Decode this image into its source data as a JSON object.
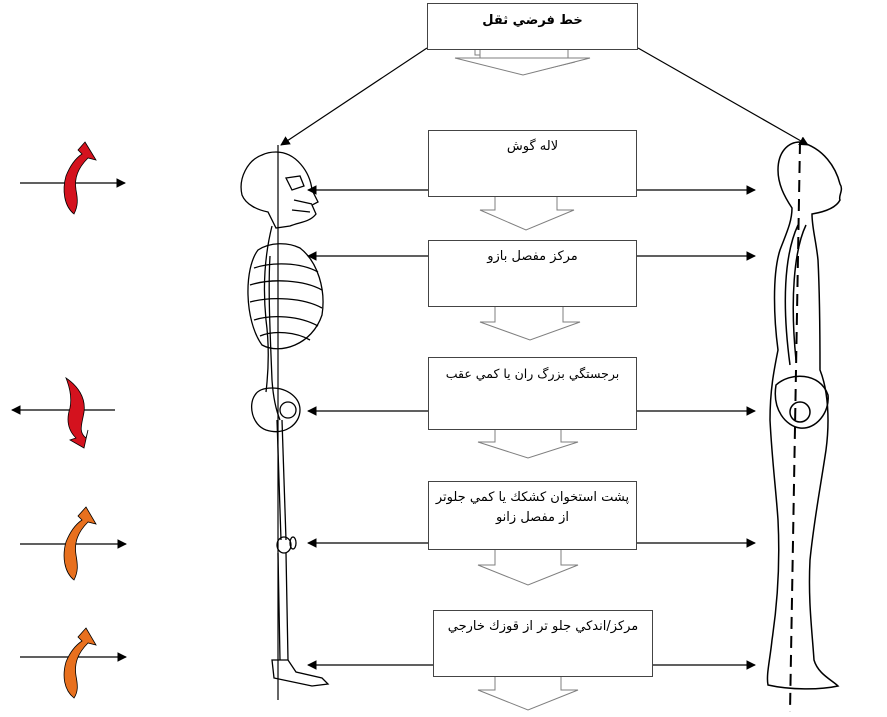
{
  "diagram": {
    "title": "خط فرضي ثقل",
    "landmarks": [
      {
        "id": "ear",
        "label": "لاله گوش"
      },
      {
        "id": "shoulder",
        "label": "مركز مفصل بازو"
      },
      {
        "id": "hip",
        "label": "برجستگي بزرگ ران يا كمي عقب"
      },
      {
        "id": "knee",
        "label": "پشت استخوان كشكك يا كمي جلوتر از مفصل زانو"
      },
      {
        "id": "ankle",
        "label": "مركز/اندكي جلو تر از قوزك خارجي"
      }
    ],
    "colors": {
      "line": "#000000",
      "box_border": "#444444",
      "down_arrow": "#7f7f7f",
      "rotation_red": "#d4121e",
      "rotation_orange": "#e8701e"
    },
    "icons": {
      "rotation_1": "rotation-arrow-red",
      "rotation_2": "rotation-arrow-red",
      "rotation_3": "rotation-arrow-orange",
      "rotation_4": "rotation-arrow-orange"
    }
  }
}
